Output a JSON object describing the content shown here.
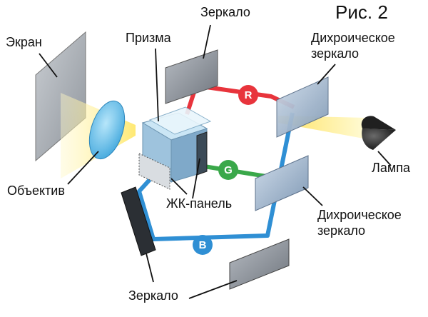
{
  "figure_label": "Рис. 2",
  "labels": {
    "screen": "Экран",
    "prism": "Призма",
    "mirror_top": "Зеркало",
    "dichroic_top_line1": "Дихроическое",
    "dichroic_top_line2": "зеркало",
    "lamp": "Лампа",
    "lens": "Объектив",
    "lcd_panel": "ЖК-панель",
    "dichroic_bottom_line1": "Дихроическое",
    "dichroic_bottom_line2": "зеркало",
    "mirror_bottom": "Зеркало"
  },
  "channels": {
    "red": "R",
    "green": "G",
    "blue": "B"
  },
  "colors": {
    "red_beam": "#e8343c",
    "green_beam": "#3aa84a",
    "blue_beam": "#2f8fd4",
    "lamp_beam": "#ffe36a",
    "mirror": "#8d939c",
    "dichroic": "#a9bfd6",
    "lens": "#6ec3ec"
  }
}
